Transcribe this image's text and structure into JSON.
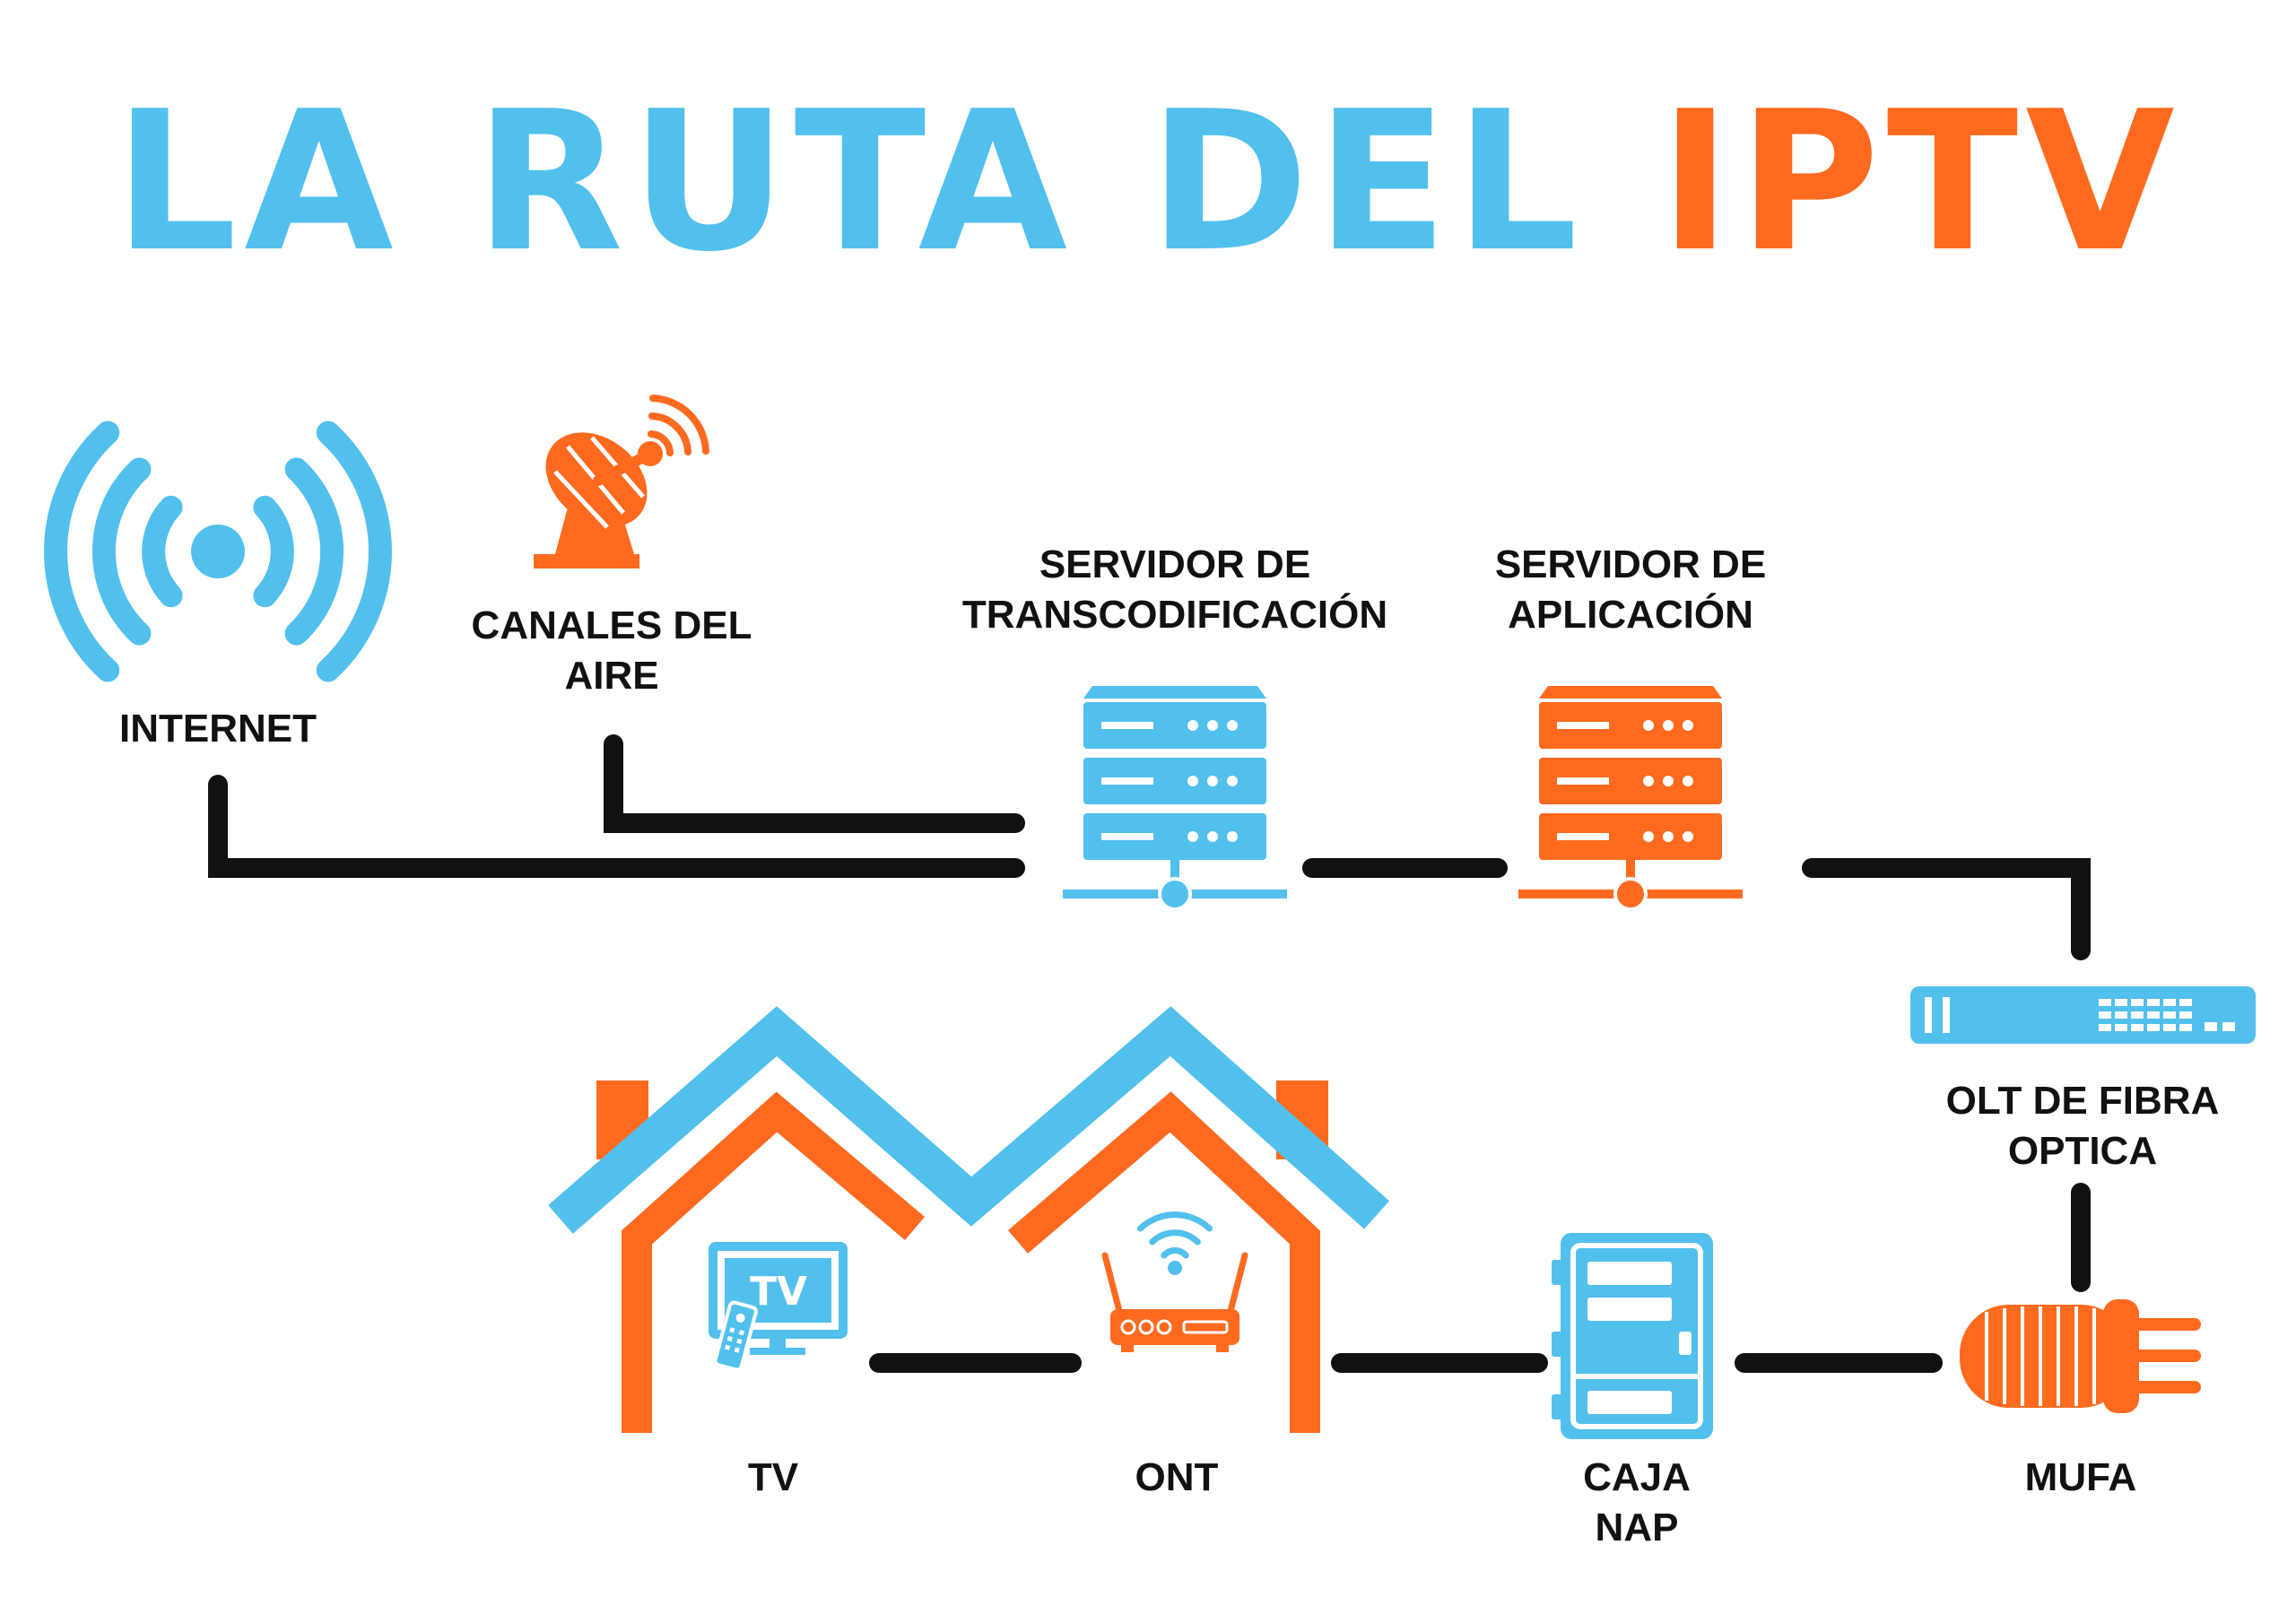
{
  "title": {
    "part1": "LA RUTA DEL ",
    "part2": "IPTV"
  },
  "colors": {
    "blue": "#52C0ED",
    "orange": "#FF6A1F",
    "line": "#111111",
    "text": "#111111"
  },
  "nodes": {
    "internet": {
      "line1": "INTERNET",
      "icon": "wifi-signal-icon"
    },
    "channels": {
      "line1": "CANALES DEL",
      "line2": "AIRE",
      "icon": "satellite-dish-icon"
    },
    "transcoder": {
      "line1": "SERVIDOR DE",
      "line2": "TRANSCODIFICACIÓN",
      "icon": "server-icon"
    },
    "app_server": {
      "line1": "SERVIDOR DE",
      "line2": "APLICACIÓN",
      "icon": "server-icon"
    },
    "olt": {
      "line1": "OLT DE FIBRA",
      "line2": "OPTICA",
      "icon": "olt-device-icon"
    },
    "tv": {
      "line1": "TV",
      "icon": "tv-icon",
      "screen_text": "TV"
    },
    "ont": {
      "line1": "ONT",
      "icon": "router-icon"
    },
    "nap": {
      "line1": "CAJA",
      "line2": "NAP",
      "icon": "nap-box-icon"
    },
    "mufa": {
      "line1": "MUFA",
      "icon": "splice-closure-icon"
    }
  }
}
